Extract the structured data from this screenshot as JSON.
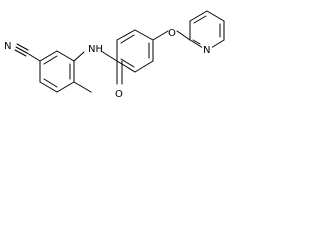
{
  "structure": {
    "type": "chemical-structure",
    "labels": {
      "nitrile_n": "N",
      "amide_nh": "NH",
      "carbonyl_o": "O",
      "ether_o": "O",
      "pyridine_n": "N"
    }
  }
}
